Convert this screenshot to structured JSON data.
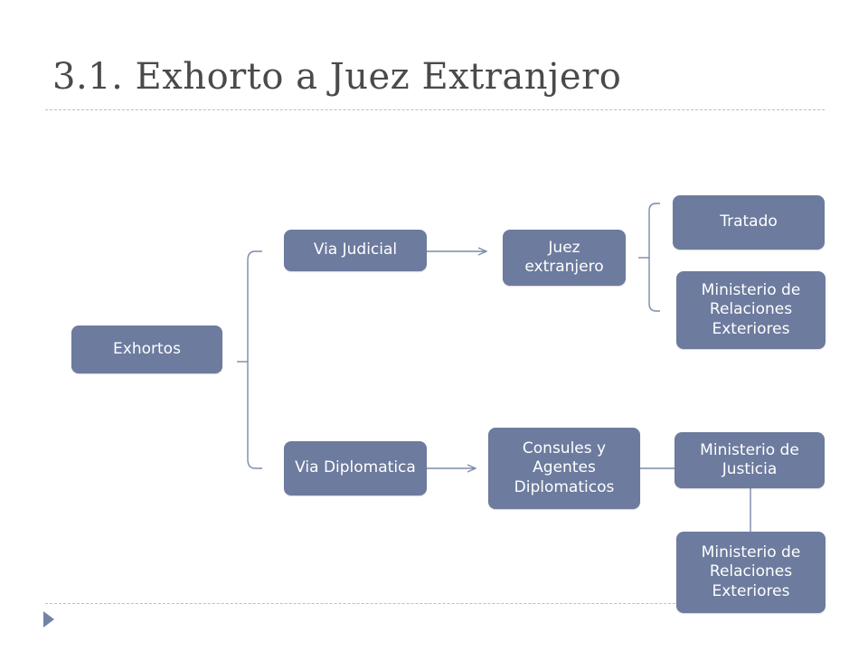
{
  "slide": {
    "title": "3.1. Exhorto a Juez Extranjero"
  },
  "diagram": {
    "root": "Exhortos",
    "via_judicial": "Via Judicial",
    "via_diplomatica": "Via Diplomatica",
    "juez_extranjero": "Juez extranjero",
    "tratado": "Tratado",
    "ministerio_relaciones_1": "Ministerio de Relaciones Exteriores",
    "consules": "Consules y Agentes Diplomaticos",
    "ministerio_justicia": "Ministerio de Justicia",
    "ministerio_relaciones_2": "Ministerio de Relaciones Exteriores"
  },
  "colors": {
    "node_fill": "#6c7b9e",
    "node_text": "#ffffff",
    "connector": "#7a8aaa",
    "title_text": "#4a4a4a"
  }
}
